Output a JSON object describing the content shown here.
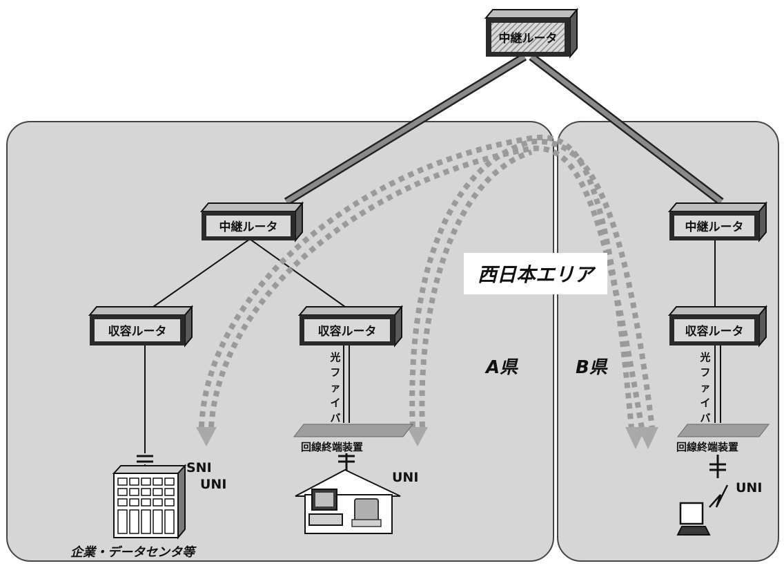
{
  "routers": {
    "top_relay": "中継ルータ",
    "a_relay": "中継ルータ",
    "a_access_left": "収容ルータ",
    "a_access_right": "収容ルータ",
    "b_relay": "中継ルータ",
    "b_access": "収容ルータ"
  },
  "region_label": "西日本エリア",
  "areas": {
    "a": "A県",
    "b": "B県"
  },
  "fiber_label_chars": [
    "光",
    "フ",
    "ァ",
    "イ",
    "バ"
  ],
  "onu_label": "回線終端装置",
  "interfaces": {
    "sni": "SNI",
    "uni": "UNI"
  },
  "corporate_label": "企業・データセンタ等"
}
